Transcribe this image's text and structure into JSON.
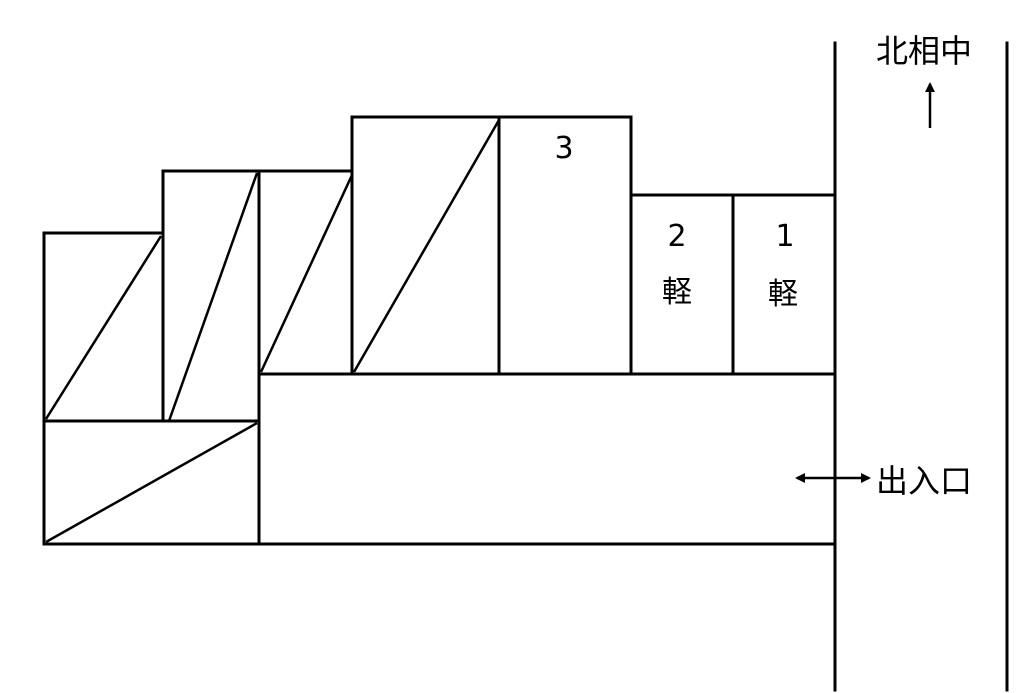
{
  "direction_label": "北相中",
  "entrance_label": "出入口",
  "spaces": [
    {
      "number": "3",
      "type": ""
    },
    {
      "number": "2",
      "type": "軽"
    },
    {
      "number": "1",
      "type": "軽"
    }
  ]
}
